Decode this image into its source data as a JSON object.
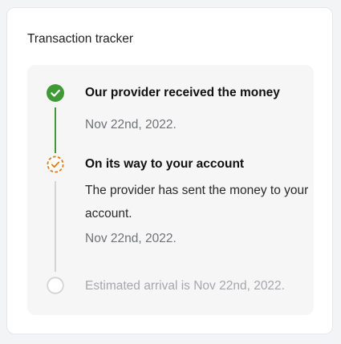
{
  "tracker": {
    "title": "Transaction tracker",
    "steps": [
      {
        "status": "completed",
        "icon": "check-circle-icon",
        "title": "Our provider received the money",
        "date": "Nov 22nd, 2022."
      },
      {
        "status": "in-progress",
        "icon": "dashed-check-circle-icon",
        "title": "On its way to your account",
        "description": "The provider has sent the money to your account.",
        "date": "Nov 22nd, 2022."
      },
      {
        "status": "pending",
        "icon": "empty-circle-icon",
        "text": "Estimated arrival is Nov 22nd, 2022."
      }
    ]
  },
  "colors": {
    "completed": "#3f9a35",
    "in_progress": "#e07b16",
    "pending": "#d4d4d6"
  }
}
